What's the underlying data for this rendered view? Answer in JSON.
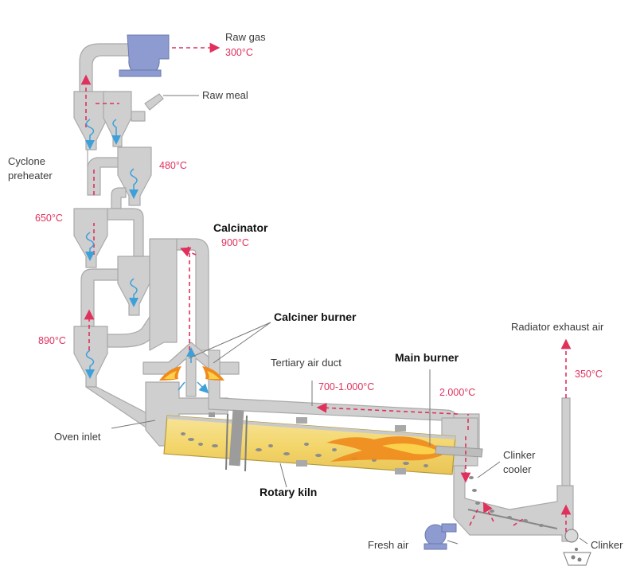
{
  "labels": {
    "raw_gas": "Raw gas",
    "raw_meal": "Raw meal",
    "cyclone_line1": "Cyclone",
    "cyclone_line2": "preheater",
    "calcinator": "Calcinator",
    "calciner_burner": "Calciner burner",
    "tertiary_air_duct": "Tertiary air duct",
    "main_burner": "Main burner",
    "radiator_exhaust_air": "Radiator exhaust air",
    "oven_inlet": "Oven inlet",
    "rotary_kiln": "Rotary kiln",
    "clinker_cooler_line1": "Clinker",
    "clinker_cooler_line2": "cooler",
    "fresh_air": "Fresh air",
    "clinker": "Clinker"
  },
  "temperatures": {
    "raw_gas": "300°C",
    "stage_480": "480°C",
    "stage_650": "650°C",
    "calcinator": "900°C",
    "stage_890": "890°C",
    "tertiary_duct": "700-1.000°C",
    "kiln_hood": "2.000°C",
    "exhaust": "350°C"
  },
  "colors": {
    "structure": "#cfcfcf",
    "structure_edge": "#a9a9a9",
    "gas_flow": "#e0305c",
    "material_flow": "#3ea0d8",
    "fan": "#8e9bd0",
    "kiln_fill": "#f5dc7a",
    "flame": "#f08a1c"
  }
}
